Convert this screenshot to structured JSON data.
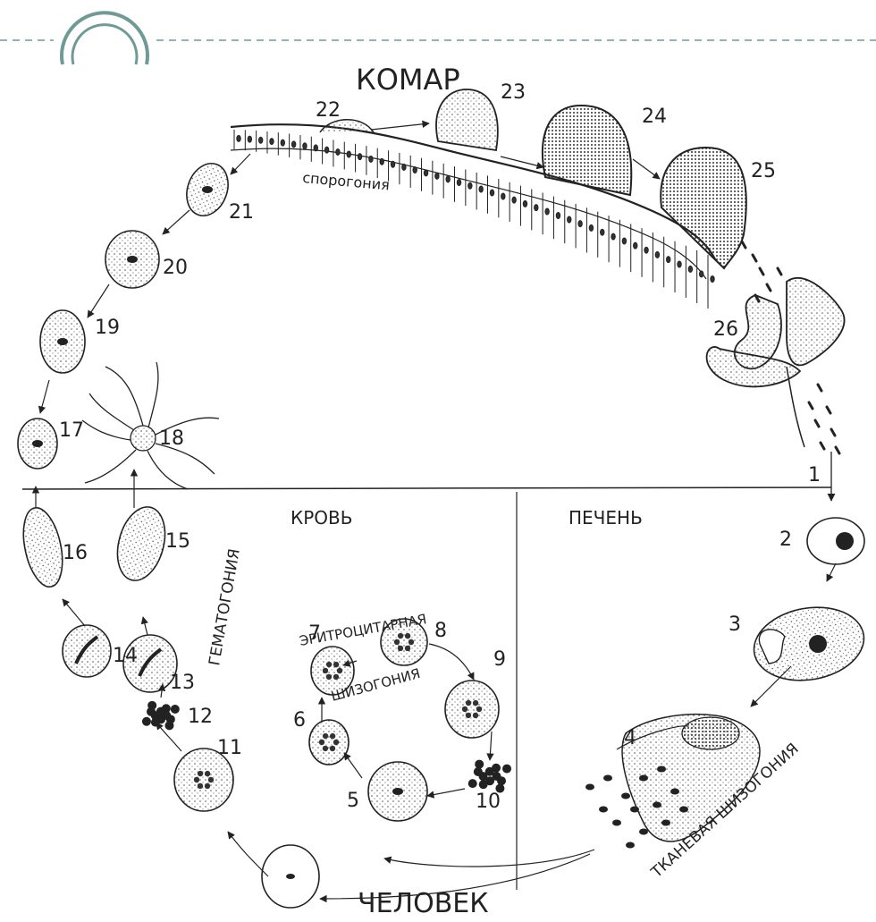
{
  "colors": {
    "ink": "#222222",
    "header_accent": "#6f9a96",
    "background": "#ffffff"
  },
  "labels": {
    "mosquito": "КОМАР",
    "human": "ЧЕЛОВЕК",
    "blood": "КРОВЬ",
    "liver": "ПЕЧЕНЬ",
    "sporogony": "спорогония",
    "hematogony": "ГЕМАТОГОНИЯ",
    "erythrocytic": "ЭРИТРОЦИТАРНАЯ",
    "schizogony": "ШИЗОГОНИЯ",
    "tissue_schizogony": "ТКАНЕВАЯ ШИЗОГОНИЯ"
  },
  "stages": [
    "1",
    "2",
    "3",
    "4",
    "5",
    "6",
    "7",
    "8",
    "9",
    "10",
    "11",
    "12",
    "13",
    "14",
    "15",
    "16",
    "17",
    "18",
    "19",
    "20",
    "21",
    "22",
    "23",
    "24",
    "25",
    "26"
  ],
  "header": {
    "icon": "circle-arc-icon"
  }
}
